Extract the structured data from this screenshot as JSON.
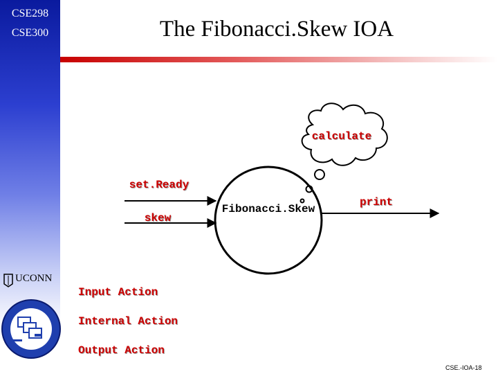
{
  "sidebar": {
    "course_1": "CSE298",
    "course_2": "CSE300",
    "logo_text": "UCONN"
  },
  "title": "The Fibonacci.Skew IOA",
  "diagram": {
    "automaton_label": "Fibonacci.Skew",
    "internal_action": "calculate",
    "input_actions": [
      "set.Ready",
      "skew"
    ],
    "output_action": "print"
  },
  "legend": {
    "input": "Input Action",
    "internal": "Internal Action",
    "output": "Output Action"
  },
  "footer": "CSE.-IOA-18",
  "colors": {
    "action_text": "#cc0000",
    "title_rule": "#c70000",
    "sidebar": "#0a1a9e"
  }
}
